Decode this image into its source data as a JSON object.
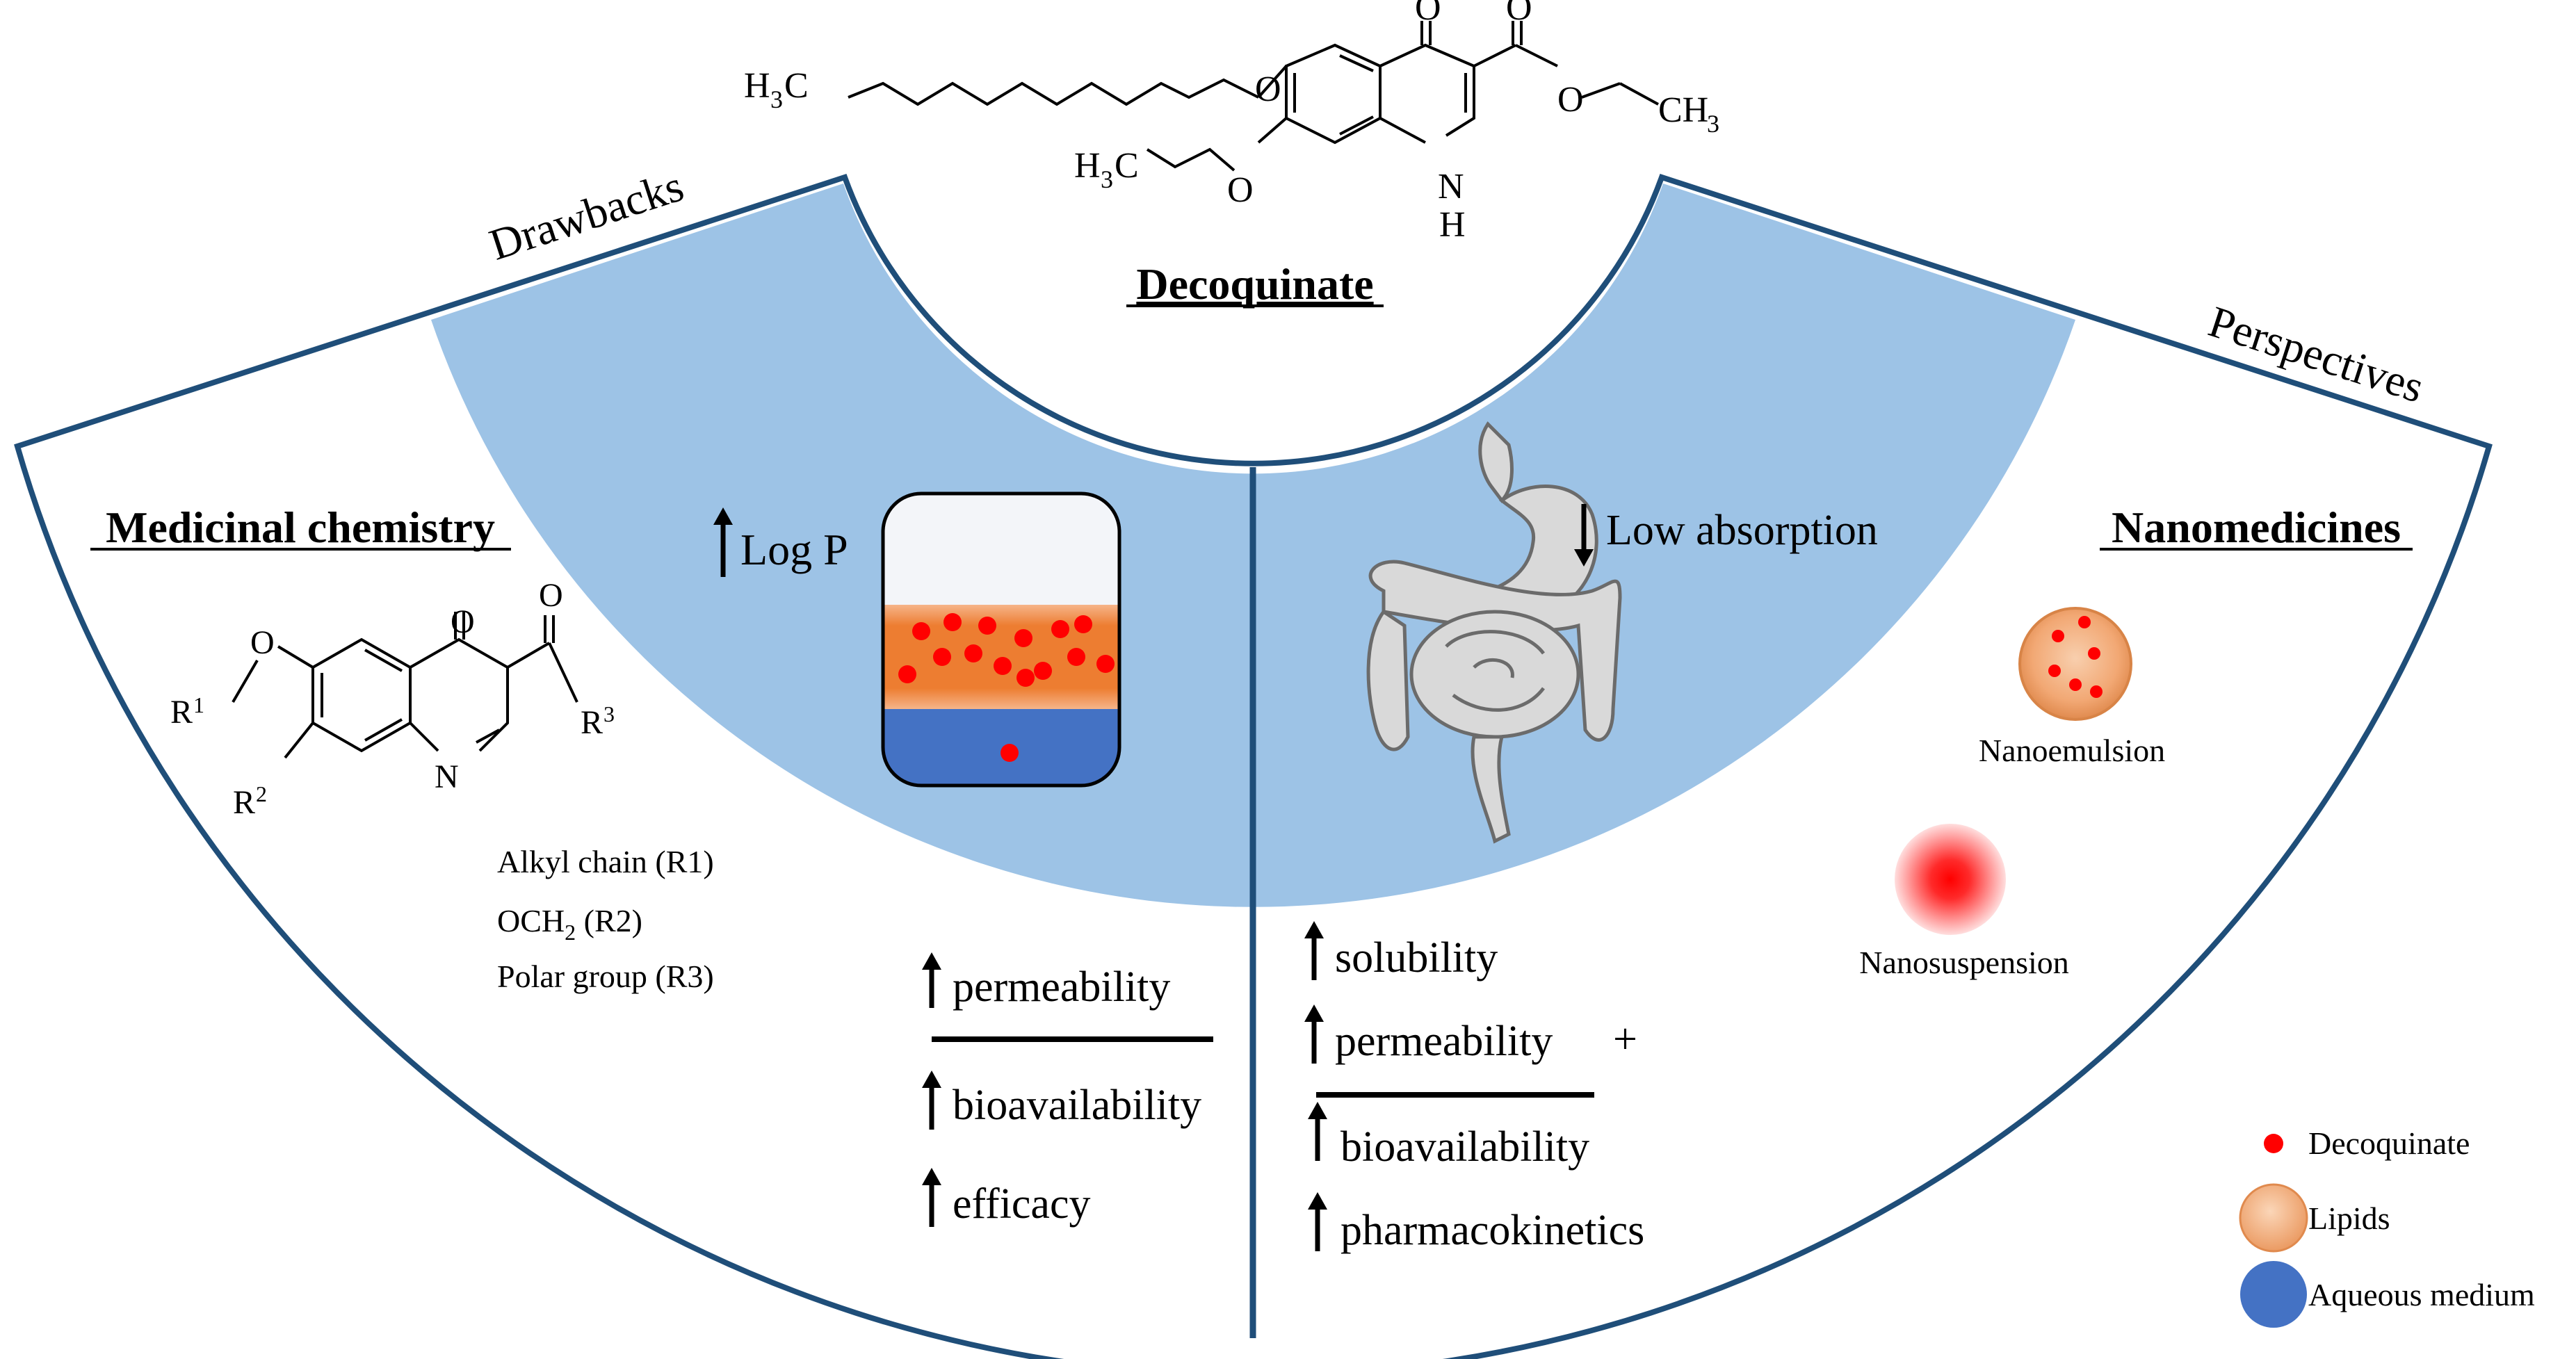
{
  "title": "Decoquinate",
  "section_labels": {
    "left": "Drawbacks",
    "right": "Perspectives"
  },
  "molecule": {
    "groups": {
      "h3c_top": "H",
      "h3c_top_sub": "3",
      "h3c_top_c": "C",
      "o_ether1": "O",
      "o_ketone": "O",
      "o_ester_dbl": "O",
      "o_ester": "O",
      "ch3_ethyl": "CH",
      "ch3_ethyl_sub": "3",
      "h3c_propyl": "H",
      "h3c_propyl_sub": "3",
      "h3c_propyl_c": "C",
      "o_ether2": "O",
      "nh_n": "N",
      "nh_h": "H"
    }
  },
  "left_panel": {
    "heading": "Medicinal chemistry",
    "scaffold": {
      "r1": "R",
      "r1_sup": "1",
      "r2": "R",
      "r2_sup": "2",
      "r3": "R",
      "r3_sup": "3",
      "o_ether": "O",
      "o_ketone": "O",
      "o_acyl": "O",
      "n_ring": "N"
    },
    "substituents": [
      "Alkyl chain (R1)",
      "OCH",
      "2",
      " (R2)",
      "Polar group (R3)"
    ],
    "logp_label": "Log P",
    "outcomes_top": "permeability",
    "outcomes_bottom": [
      "bioavailability",
      "efficacy"
    ]
  },
  "right_panel": {
    "heading": "Nanomedicines",
    "absorption_label": "Low absorption",
    "outcomes_top": [
      "solubility",
      "permeability"
    ],
    "plus_sign": "+",
    "outcomes_bottom": [
      "bioavailability",
      "pharmacokinetics"
    ],
    "nano": [
      "Nanoemulsion",
      "Nanosuspension"
    ]
  },
  "legend": [
    {
      "label": "Decoquinate",
      "color": "#ff0000"
    },
    {
      "label": "Lipids",
      "color": "#f4b183"
    },
    {
      "label": "Aqueous medium",
      "color": "#4472c4"
    }
  ],
  "colors": {
    "outline": "#1f4e79",
    "band": "#9dc3e6",
    "lipid": "#ed7d31",
    "aqueous": "#4472c4",
    "dot": "#ff0000",
    "vial_top": "#f3f5f9"
  }
}
